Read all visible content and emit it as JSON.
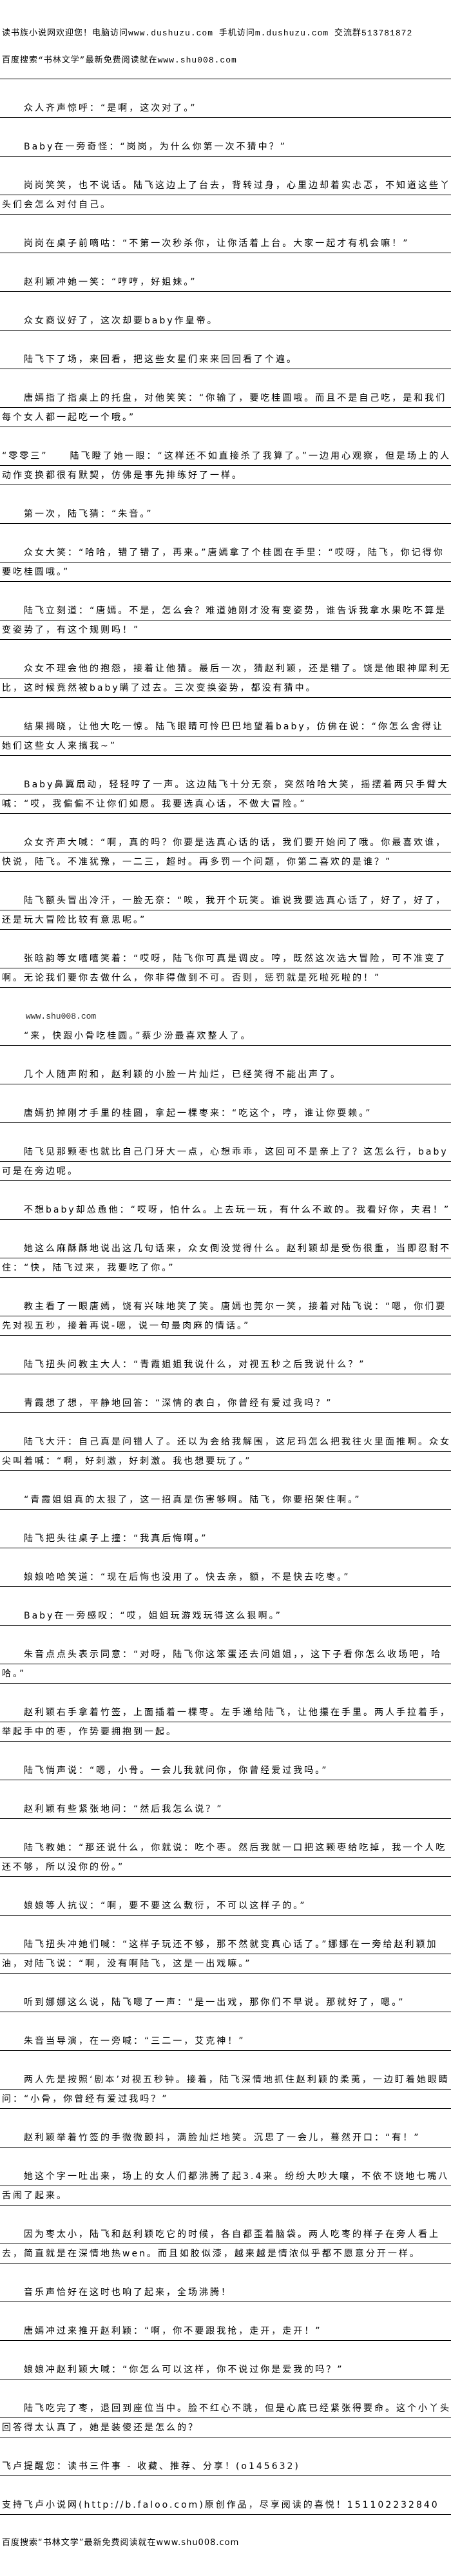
{
  "header": {
    "welcome": "读书族小说网欢迎您！电脑访问www.dushuzu.com 手机访问m.dushuzu.com 交流群513781872",
    "search_promo": "百度搜索“书林文学”最新免费阅读就在www.shu008.com"
  },
  "paragraphs": [
    "众人齐声惊呼：“是啊，这次对了。”",
    "Baby在一旁奇怪：“岗岗，为什么你第一次不猜中？”",
    "岗岗笑笑，也不说话。陆飞这边上了台去，背转过身，心里边却着实忐忑，不知道这些丫头们会怎么对付自己。",
    "岗岗在桌子前嘀咕：“不第一次秒杀你，让你活着上台。大家一起才有机会嘛！”",
    "赵利颖冲她一笑：“哼哼，好姐妹。”",
    "众女商议好了，这次却要baby作皇帝。",
    "陆飞下了场，来回看，把这些女星们来来回回看了个遍。",
    "唐嫣指了指桌上的托盘，对他笑笑：“你输了，要吃桂圆哦。而且不是自己吃，是和我们每个女人都一起吃一个哦。”",
    "“零零三”　　陆飞瞪了她一眼：“这样还不如直接杀了我算了。”一边用心观察，但是场上的人动作变换都很有默契，仿佛是事先排练好了一样。",
    "第一次，陆飞猜：“朱音。”",
    "众女大笑：“哈哈，错了错了，再来。”唐嫣拿了个桂圆在手里：“哎呀，陆飞，你记得你要吃桂圆哦。”",
    "陆飞立刻道：“唐嫣。不是，怎么会？难道她刚才没有变姿势，谁告诉我拿水果吃不算是变姿势了，有这个规则吗！”",
    "众女不理会他的抱怨，接着让他猜。最后一次，猜赵利颖，还是错了。饶是他眼神犀利无比，这时候竟然被baby瞒了过去。三次变换姿势，都没有猜中。",
    "结果揭晓，让他大吃一惊。陆飞眼睛可怜巴巴地望着baby，仿佛在说：“你怎么舍得让她们这些女人来搞我~”",
    "Baby鼻翼扇动，轻轻哼了一声。这边陆飞十分无奈，突然哈哈大笑，摇摆着两只手臂大喊：“哎，我偏偏不让你们如愿。我要选真心话，不做大冒险。”",
    "众女齐声大喊：“啊，真的吗？你要是选真心话的话，我们要开始问了哦。你最喜欢谁，快说，陆飞。不准犹豫，一二三，超时。再多罚一个问题，你第二喜欢的是谁？”",
    "陆飞额头冒出冷汗，一脸无奈：“唉，我开个玩笑。谁说我要选真心话了，好了，好了，还是玩大冒险比较有意思呢。”",
    "张晗韵等女嘻嘻笑着：“哎呀，陆飞你可真是调皮。哼，既然这次选大冒险，可不准变了啊。无论我们要你去做什么，你非得做到不可。否则，惩罚就是死啦死啦的！”",
    "“来，快跟小骨吃桂圆。”蔡少汾最喜欢整人了。",
    "几个人随声附和，赵利颖的小脸一片灿烂，已经笑得不能出声了。",
    "唐嫣扔掉刚才手里的桂圆，拿起一棵枣来：“吃这个，哼，谁让你耍赖。”",
    "陆飞见那颗枣也就比自己门牙大一点，心想乖乖，这回可不是亲上了？这怎么行，baby可是在旁边呢。",
    "不想baby却怂恿他：“哎呀，怕什么。上去玩一玩，有什么不敢的。我看好你，夫君！”",
    "她这么麻酥酥地说出这几句话来，众女倒没觉得什么。赵利颖却是受伤很重，当即忍耐不住：“快，陆飞过来，我要吃了你。”",
    "教主看了一眼唐嫣，饶有兴味地笑了笑。唐嫣也莞尔一笑，接着对陆飞说：“嗯，你们要先对视五秒，接着再说-嗯，说一句最肉麻的情话。”",
    "陆飞扭头问教主大人：“青霞姐姐我说什么，对视五秒之后我说什么？”",
    "青霞想了想，平静地回答：“深情的表白，你曾经有爱过我吗？”",
    "陆飞大汗：自己真是问错人了。还以为会给我解围，这尼玛怎么把我往火里面推啊。众女尖叫着喊：“啊，好刺激，好刺激。我也想要玩了。”",
    "“青霞姐姐真的太狠了，这一招真是伤害够啊。陆飞，你要招架住啊。”",
    "陆飞把头往桌子上撞：“我真后悔啊。”",
    "娘娘哈哈笑道：“现在后悔也没用了。快去亲，额，不是快去吃枣。”",
    "Baby在一旁感叹：“哎，姐姐玩游戏玩得这么狠啊。”",
    "朱音点点头表示同意：“对呀，陆飞你这笨蛋还去问姐姐，，这下子看你怎么收场吧，哈哈。”",
    "赵利颖右手拿着竹签，上面插着一棵枣。左手递给陆飞，让他攥在手里。两人手拉着手，举起手中的枣，作势要拥抱到一起。",
    "陆飞悄声说：“嗯，小骨。一会儿我就问你，你曾经爱过我吗。”",
    "赵利颖有些紧张地问：“然后我怎么说？”",
    "陆飞教她：“那还说什么，你就说：吃个枣。然后我就一口把这颗枣给吃掉，我一个人吃还不够，所以没你的份。”",
    "娘娘等人抗议：“啊，要不要这么敷衍，不可以这样子的。”",
    "陆飞扭头冲她们喊：“这样子玩还不够，那不然就变真心话了。”娜娜在一旁给赵利颖加油，对陆飞说：“啊，没有啊陆飞，这是一出戏嘛。”",
    "听到娜娜这么说，陆飞嗯了一声：“是一出戏，那你们不早说。那就好了，嗯。”",
    "朱音当导演，在一旁喊：“三二一，艾克神！”",
    "两人先是按照‘剧本’对视五秒钟。接着，陆飞深情地抓住赵利颖的柔荑，一边盯着她眼睛问：“小骨，你曾经有爱过我吗？”",
    "赵利颖举着竹签的手微微颤抖，满脸灿烂地笑。沉思了一会儿，蓦然开口：“有！”",
    "她这个字一吐出来，场上的女人们都沸腾了起3.4来。纷纷大吵大嚷，不依不饶地七嘴八舌闹了起来。",
    "因为枣太小，陆飞和赵利颖吃它的时候，各自都歪着脑袋。两人吃枣的样子在旁人看上去，简直就是在深情地热wen。而且如胶似漆，越来越是情浓似乎都不愿意分开一样。",
    "音乐声恰好在这时也响了起来，全场沸腾！",
    "唐嫣冲过来推开赵利颖：“啊，你不要跟我抢，走开，走开！”",
    "娘娘冲赵利颖大喊：“你怎么可以这样，你不说过你是爱我的吗？”",
    "陆飞吃完了枣，退回到座位当中。脸不红心不跳，但是心底已经紧张得要命。这个小丫头回答得太认真了，她是装傻还是怎么的？"
  ],
  "watermark": "www.shu008.com",
  "footer": {
    "reminder": "飞卢提醒您：读书三件事 - 收藏、推荐、分享！(o145632)",
    "support": "支持飞卢小说网(http://b.faloo.com)原创作品，尽享阅读的喜悦！151102232840",
    "search_promo": "百度搜索“书林文学”最新免费阅读就在www.shu008.com"
  }
}
